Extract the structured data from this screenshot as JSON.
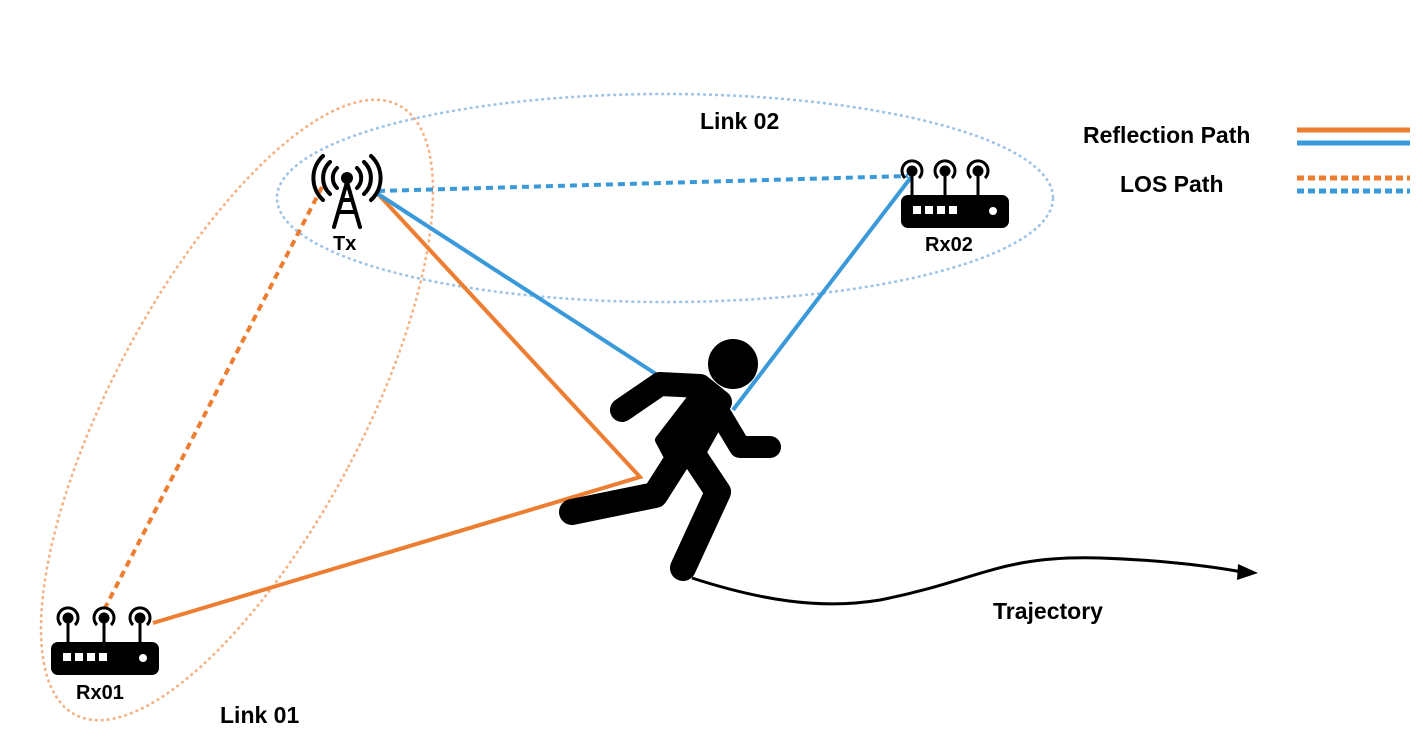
{
  "colors": {
    "orange": "#ED7D31",
    "blue": "#3A9AD9",
    "orange_light": "#F4B183",
    "blue_light": "#9DC3E6",
    "black": "#000000"
  },
  "nodes": {
    "tx": {
      "label": "Tx",
      "icon": "cell-tower-icon"
    },
    "rx01": {
      "label": "Rx01",
      "icon": "router-icon"
    },
    "rx02": {
      "label": "Rx02",
      "icon": "router-icon"
    },
    "person": {
      "icon": "running-person-icon"
    }
  },
  "links": {
    "link01": {
      "label": "Link 01"
    },
    "link02": {
      "label": "Link 02"
    }
  },
  "trajectory": {
    "label": "Trajectory"
  },
  "legend": {
    "reflection": {
      "label": "Reflection Path",
      "style": "solid"
    },
    "los": {
      "label": "LOS Path",
      "style": "dashed"
    }
  }
}
